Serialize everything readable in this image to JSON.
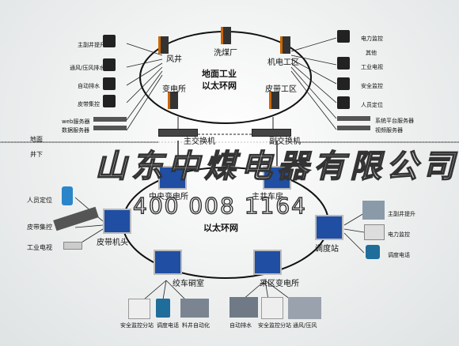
{
  "surface_ring": {
    "line1": "地面工业",
    "line2": "以太环网"
  },
  "underground_ring": {
    "line2": "以太环网"
  },
  "surface_nodes": {
    "fengjing": "风井",
    "xiemei": "洗煤厂",
    "jidian": "机电工区",
    "biandian": "变电所",
    "pidai": "皮带工区"
  },
  "switches": {
    "main": "主交换机",
    "backup": "副交换机"
  },
  "ground_labels": {
    "above": "地面",
    "below": "井下"
  },
  "left_terminals": [
    "主副井提升",
    "通风/压风排水",
    "自动排水",
    "皮带集控",
    "web服务器",
    "数据服务器"
  ],
  "right_terminals": [
    "电力监控",
    "其他",
    "工业电视",
    "安全监控",
    "人员定位",
    "系统平台服务器",
    "视频服务器"
  ],
  "underground_nodes": {
    "central": "中央变电所",
    "main_shaft": "主井车房",
    "belt_head": "皮带机头",
    "dispatch": "调度站",
    "winch": "绞车硐室",
    "mining_sub": "采区变电所"
  },
  "left_devices": [
    "人员定位",
    "皮带集控",
    "工业电视"
  ],
  "right_devices": [
    "主副井提升",
    "电力监控",
    "调度电话"
  ],
  "bottom_left_devices": [
    "安全监控分站",
    "调度电话",
    "料井自动化"
  ],
  "bottom_right_devices": [
    "自动排水",
    "安全监控分站",
    "通风/压风"
  ],
  "watermark": {
    "company": "山东中煤电器有限公司",
    "phone": "400 008 1164"
  },
  "colors": {
    "box_blue": "#1f4ea3",
    "ring": "#111111"
  }
}
